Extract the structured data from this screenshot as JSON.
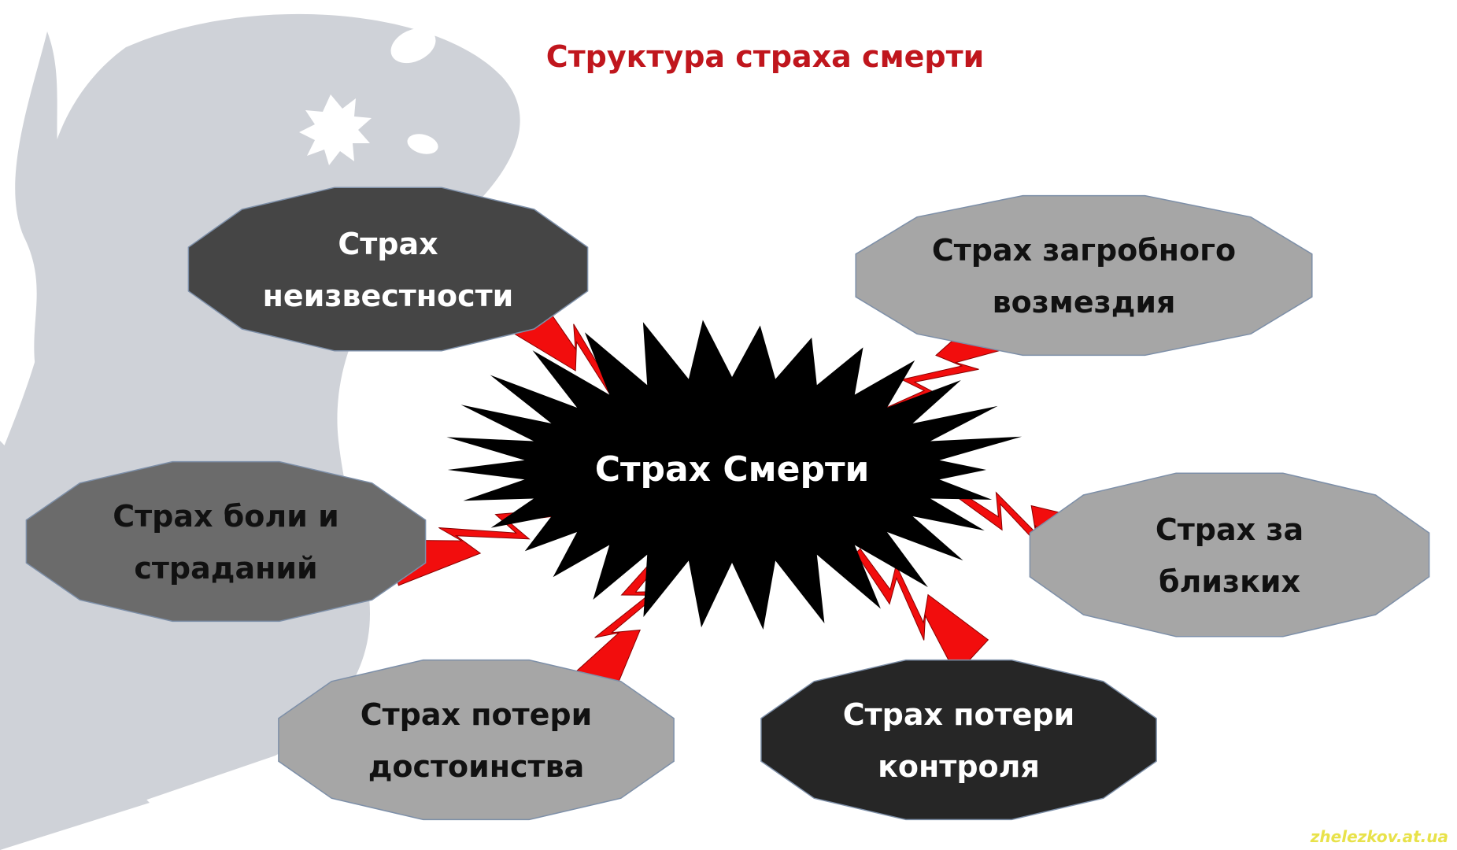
{
  "title": "Структура страха смерти",
  "center": {
    "label": "Страх Смерти"
  },
  "nodes": [
    {
      "id": "unknown",
      "lines": [
        "Страх",
        "неизвестности"
      ]
    },
    {
      "id": "retribution",
      "lines": [
        "Страх загробного",
        "возмездия"
      ]
    },
    {
      "id": "pain",
      "lines": [
        "Страх боли и",
        "страданий"
      ]
    },
    {
      "id": "loved-ones",
      "lines": [
        "Страх за",
        "близких"
      ]
    },
    {
      "id": "dignity",
      "lines": [
        "Страх потери",
        "достоинства"
      ]
    },
    {
      "id": "control",
      "lines": [
        "Страх потери",
        "контроля"
      ]
    }
  ],
  "watermark": "zhelezkov.at.ua",
  "colors": {
    "title": "#c0161d",
    "bolt": "#f20d0d",
    "center_fill": "#000000",
    "center_text": "#ffffff",
    "dark_fill": "#454545",
    "medium_fill": "#6b6b6b",
    "light_fill": "#a6a6a6",
    "black_fill": "#262626",
    "light_text": "#111111",
    "dark_text": "#ffffff",
    "ghost": "#cfd2d8",
    "watermark": "#e8e24a"
  }
}
